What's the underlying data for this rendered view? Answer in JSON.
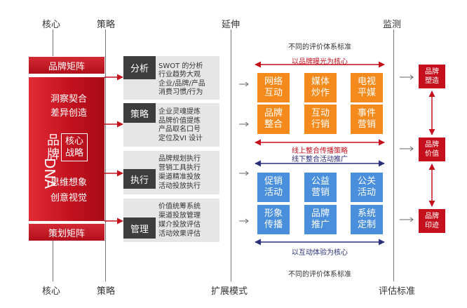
{
  "headers": {
    "top": {
      "core": "核心",
      "strategy": "策略",
      "extend": "延伸",
      "monitor": "监测"
    },
    "bottom": {
      "core": "核心",
      "strategy": "策略",
      "extend": "扩展模式",
      "monitor": "评估标准"
    }
  },
  "left": {
    "brand_matrix": "品牌矩阵",
    "plan_matrix": "策划矩阵",
    "dna_title_line1": "品牌",
    "dna_title_line2": "DNA",
    "dna_top": [
      "洞察契合",
      "差异创造"
    ],
    "core_strategy": [
      "核心",
      "战略"
    ],
    "dna_bottom": [
      "思维想象",
      "创意视觉"
    ]
  },
  "strategy_rows": [
    {
      "label": "分析",
      "lines": [
        "SWOT 的分析",
        "行业趋势大观",
        "企业/品牌/产品",
        "消费习惯/行为"
      ]
    },
    {
      "label": "策略",
      "lines": [
        "企业灵魂提炼",
        "品牌价值提炼",
        "产品取名口号",
        "定位及VI 设计"
      ]
    },
    {
      "label": "执行",
      "lines": [
        "品牌规划执行",
        "营销工具执行",
        "渠道精准投放",
        "活动投放执行"
      ]
    },
    {
      "label": "管理",
      "lines": [
        "价值统筹系统",
        "渠道投放管理",
        "媒介投放评估",
        "活动效果评估"
      ]
    }
  ],
  "extend": {
    "std_top": "不同的评价体系标准",
    "brand_core": "以品牌曝光为核心",
    "orange_tiles": [
      [
        "网络",
        "互动"
      ],
      [
        "媒体",
        "炒作"
      ],
      [
        "电视",
        "平媒"
      ],
      [
        "品牌",
        "整合"
      ],
      [
        "互动",
        "行销"
      ],
      [
        "事件",
        "营销"
      ]
    ],
    "mid_line1": "线上整合传播策略",
    "mid_line2": "线下整合活动推广",
    "blue_tiles": [
      [
        "促销",
        "活动"
      ],
      [
        "公益",
        "营销"
      ],
      [
        "公关",
        "活动"
      ],
      [
        "形象",
        "传播"
      ],
      [
        "品牌",
        "推广"
      ],
      [
        "系统",
        "定制"
      ]
    ],
    "interact_core": "以互动体验为核心",
    "std_bottom": "不同的评价体系标准"
  },
  "monitor": [
    [
      "品牌",
      "塑造"
    ],
    [
      "品牌",
      "价值"
    ],
    [
      "品牌",
      "印迹"
    ]
  ],
  "colors": {
    "red": "#c4111d",
    "orange": "#f48a1b",
    "blue": "#4a8fdb",
    "navy": "#2b2f7a",
    "dark": "#3d3d3d",
    "gray": "#e6e6e6"
  }
}
